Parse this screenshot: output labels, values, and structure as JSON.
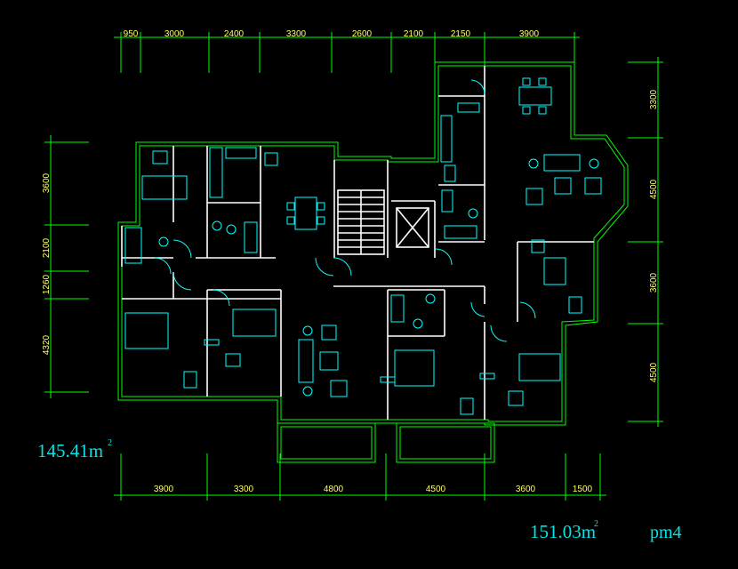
{
  "dimensions": {
    "top": [
      "950",
      "3000",
      "2400",
      "3300",
      "2600",
      "2100",
      "2150",
      "3900"
    ],
    "bottom": [
      "3900",
      "3300",
      "4800",
      "4500",
      "3600",
      "1500"
    ],
    "left": [
      "3600",
      "2100",
      "1260",
      "4320"
    ],
    "right": [
      "3300",
      "4500",
      "3600",
      "4500"
    ]
  },
  "areas": {
    "left_unit": "145.41m",
    "left_unit_sup": "2",
    "right_unit": "151.03m",
    "right_unit_sup": "2"
  },
  "plan_code": "pm4",
  "colors": {
    "background": "#000000",
    "walls": "#ffffff",
    "dimension_lines": "#00ff00",
    "dimension_text": "#ffff66",
    "furniture": "#00ffff",
    "area_text": "#00e6e6"
  }
}
